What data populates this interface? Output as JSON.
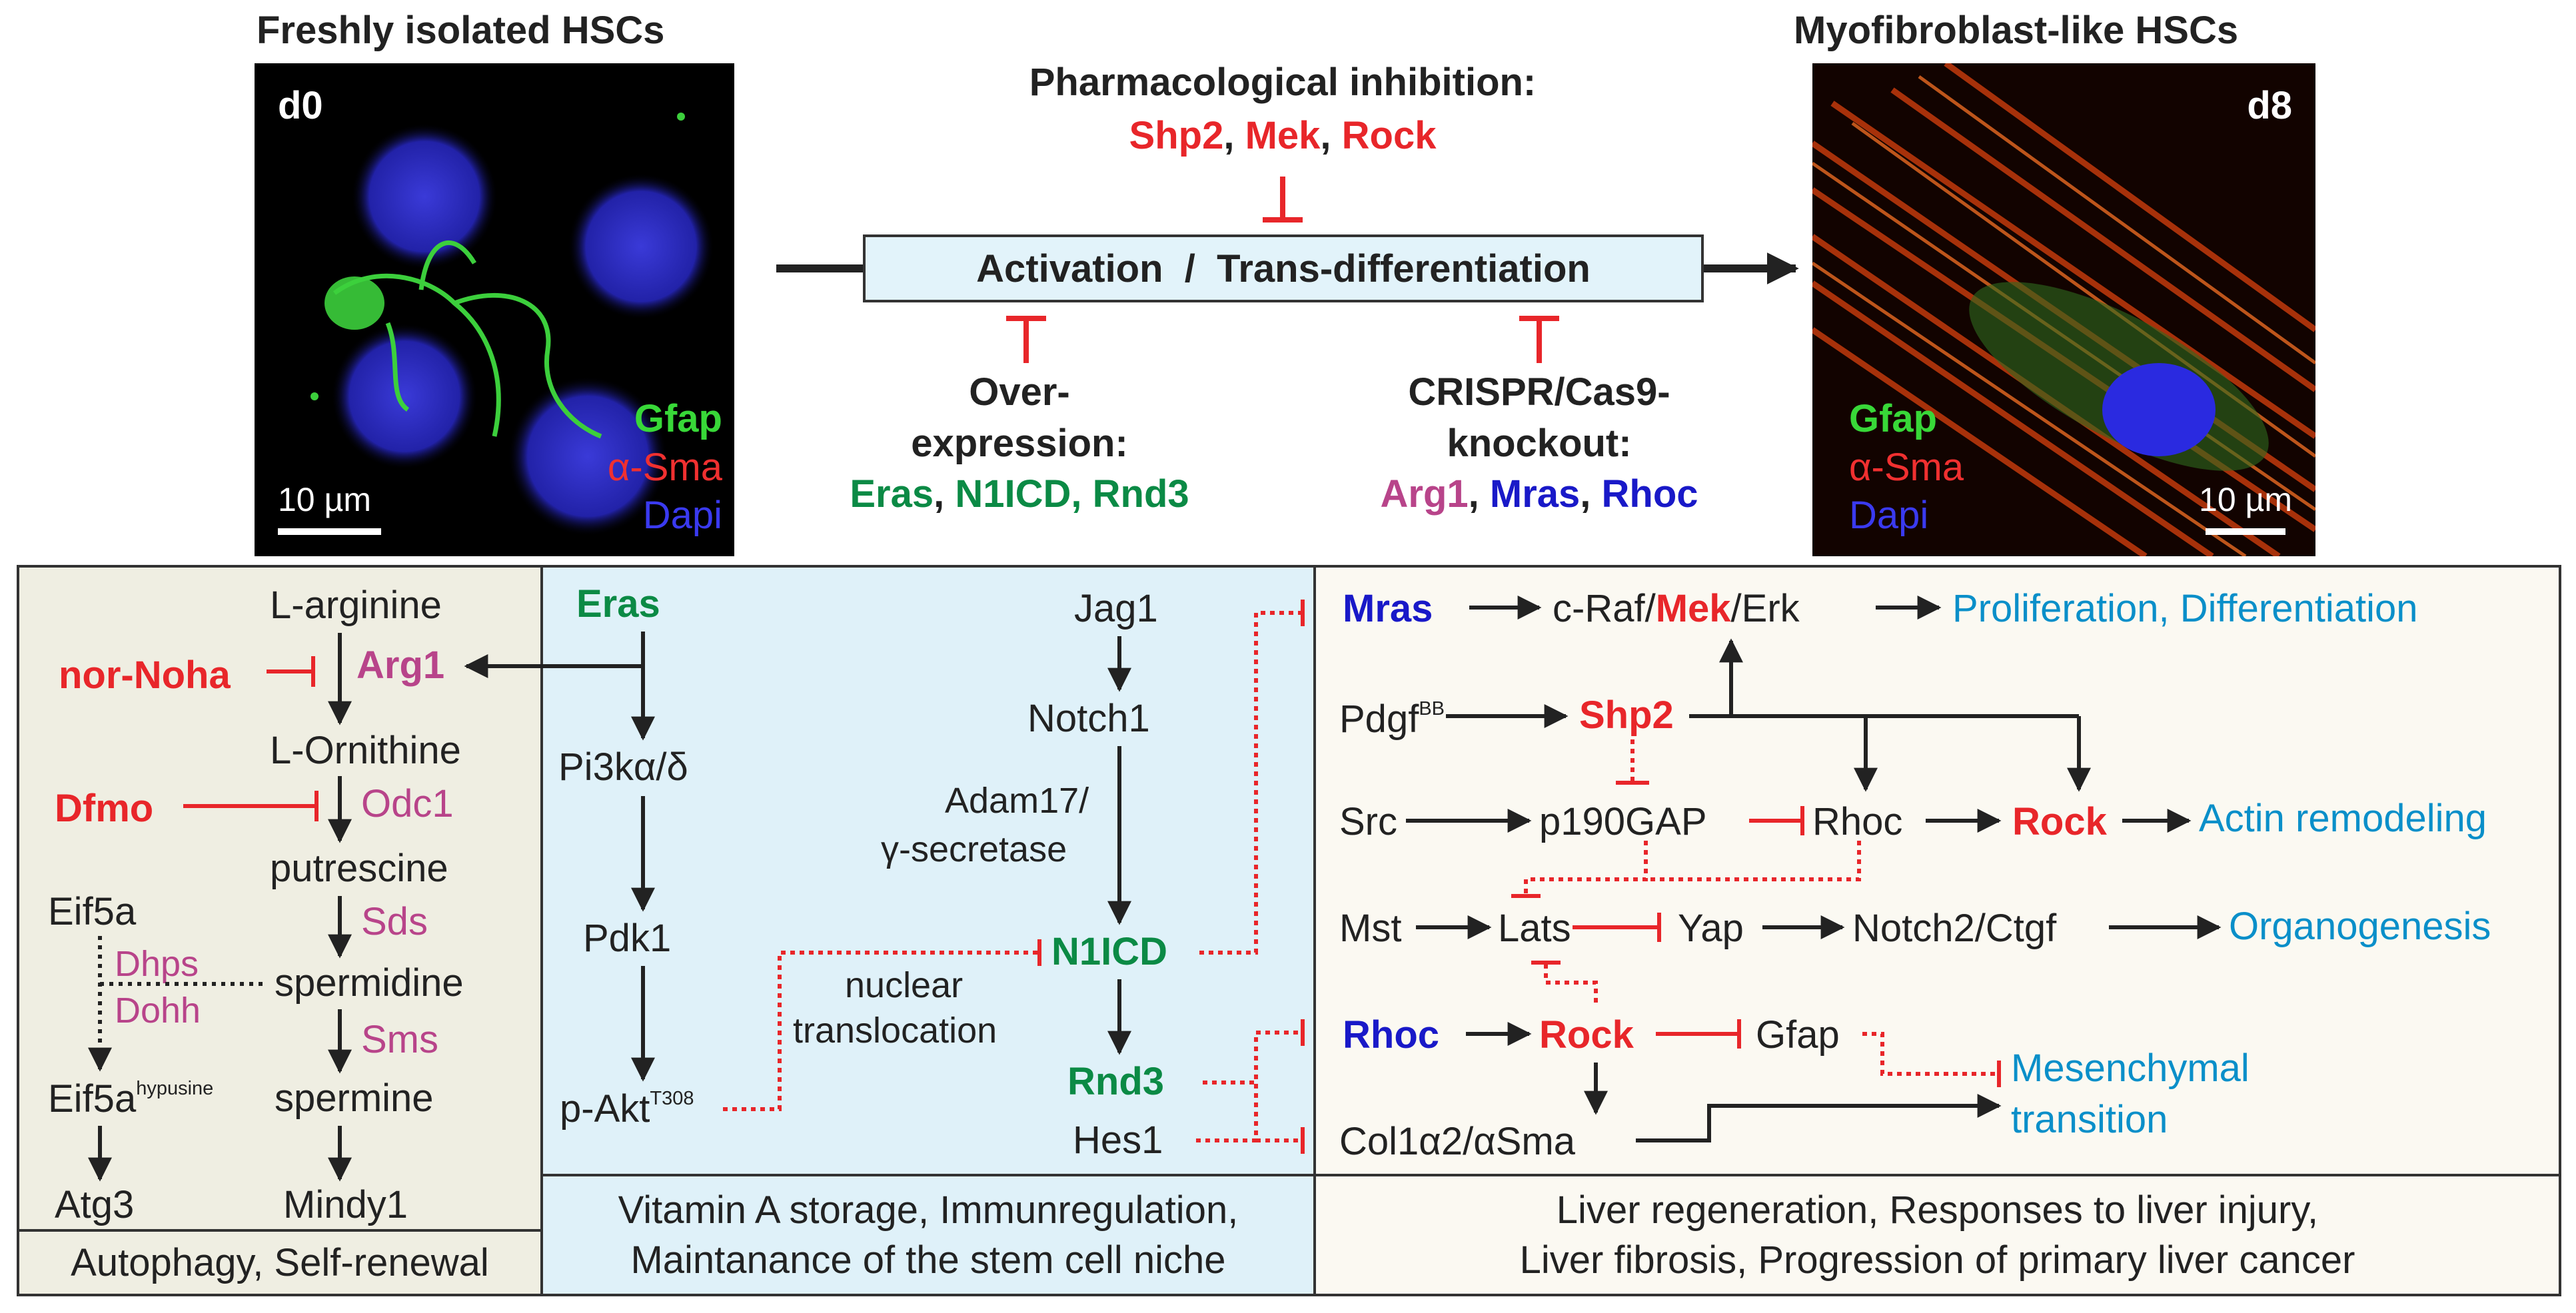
{
  "left_image": {
    "title": "Freshly isolated HSCs",
    "day": "d0",
    "scale": "10 µm",
    "stain1": "Gfap",
    "stain2": "α-Sma",
    "stain3": "Dapi"
  },
  "right_image": {
    "title": "Myofibroblast-like HSCs",
    "day": "d8",
    "scale": "10 µm",
    "stain1": "Gfap",
    "stain2": "α-Sma",
    "stain3": "Dapi"
  },
  "top": {
    "pharm_title": "Pharmacological inhibition:",
    "pharm_items": [
      "Shp2",
      "Mek",
      "Rock"
    ],
    "activation": "Activation  /  Trans-differentiation",
    "over_line1": "Over-",
    "over_line2": "expression:",
    "over_items": [
      "Eras",
      "N1ICD",
      "Rnd3"
    ],
    "crispr_line1": "CRISPR/Cas9-",
    "crispr_line2": "knockout:",
    "crispr_items": [
      "Arg1",
      "Mras",
      "Rhoc"
    ],
    "sep": ", "
  },
  "panel1": {
    "l_arginine": "L-arginine",
    "nor_noha": "nor-Noha",
    "arg1": "Arg1",
    "l_ornithine": "L-Ornithine",
    "dfmo": "Dfmo",
    "odc1": "Odc1",
    "putrescine": "putrescine",
    "eif5a": "Eif5a",
    "sds": "Sds",
    "dhps": "Dhps",
    "dohh": "Dohh",
    "spermidine": "spermidine",
    "sms": "Sms",
    "eif5a_h": "Eif5a",
    "hypusine": "hypusine",
    "spermine": "spermine",
    "atg3": "Atg3",
    "mindy1": "Mindy1",
    "footer": "Autophagy, Self-renewal"
  },
  "panel2": {
    "eras": "Eras",
    "pi3k": "Pi3kα/δ",
    "pdk1": "Pdk1",
    "pakt": "p-Akt",
    "t308": "T308",
    "jag1": "Jag1",
    "notch1": "Notch1",
    "adam17": "Adam17/",
    "gsec": "γ-secretase",
    "n1icd": "N1ICD",
    "nuclear": "nuclear",
    "translocation": "translocation",
    "rnd3": "Rnd3",
    "hes1": "Hes1",
    "footer_line1": "Vitamin A storage, Immunregulation,",
    "footer_line2": "Maintanance of the stem cell niche"
  },
  "panel3": {
    "mras": "Mras",
    "craf": "c-Raf/",
    "mek": "Mek",
    "erk": "/Erk",
    "prolif": "Proliferation, Differentiation",
    "pdgf": "Pdgf",
    "bb": "BB",
    "shp2": "Shp2",
    "src": "Src",
    "p190": "p190GAP",
    "rhoc": "Rhoc",
    "rock": "Rock",
    "actin": "Actin remodeling",
    "mst": "Mst",
    "lats": "Lats",
    "yap": "Yap",
    "notch2": "Notch2/Ctgf",
    "organo": "Organogenesis",
    "rhoc2": "Rhoc",
    "rock2": "Rock",
    "gfap": "Gfap",
    "mes1": "Mesenchymal",
    "mes2": "transition",
    "col": "Col1α2/αSma",
    "footer_line1": "Liver regeneration, Responses to liver injury,",
    "footer_line2": "Liver fibrosis, Progression of primary liver cancer"
  },
  "colors": {
    "red": "#e8262a",
    "green": "#0b8a45",
    "blue": "#1919c8",
    "pink": "#b8448a",
    "cyan": "#0a8fc9",
    "panel1_bg": "#efeee2",
    "panel2_bg": "#dff1f9",
    "panel3_bg": "#fbf9f2"
  }
}
